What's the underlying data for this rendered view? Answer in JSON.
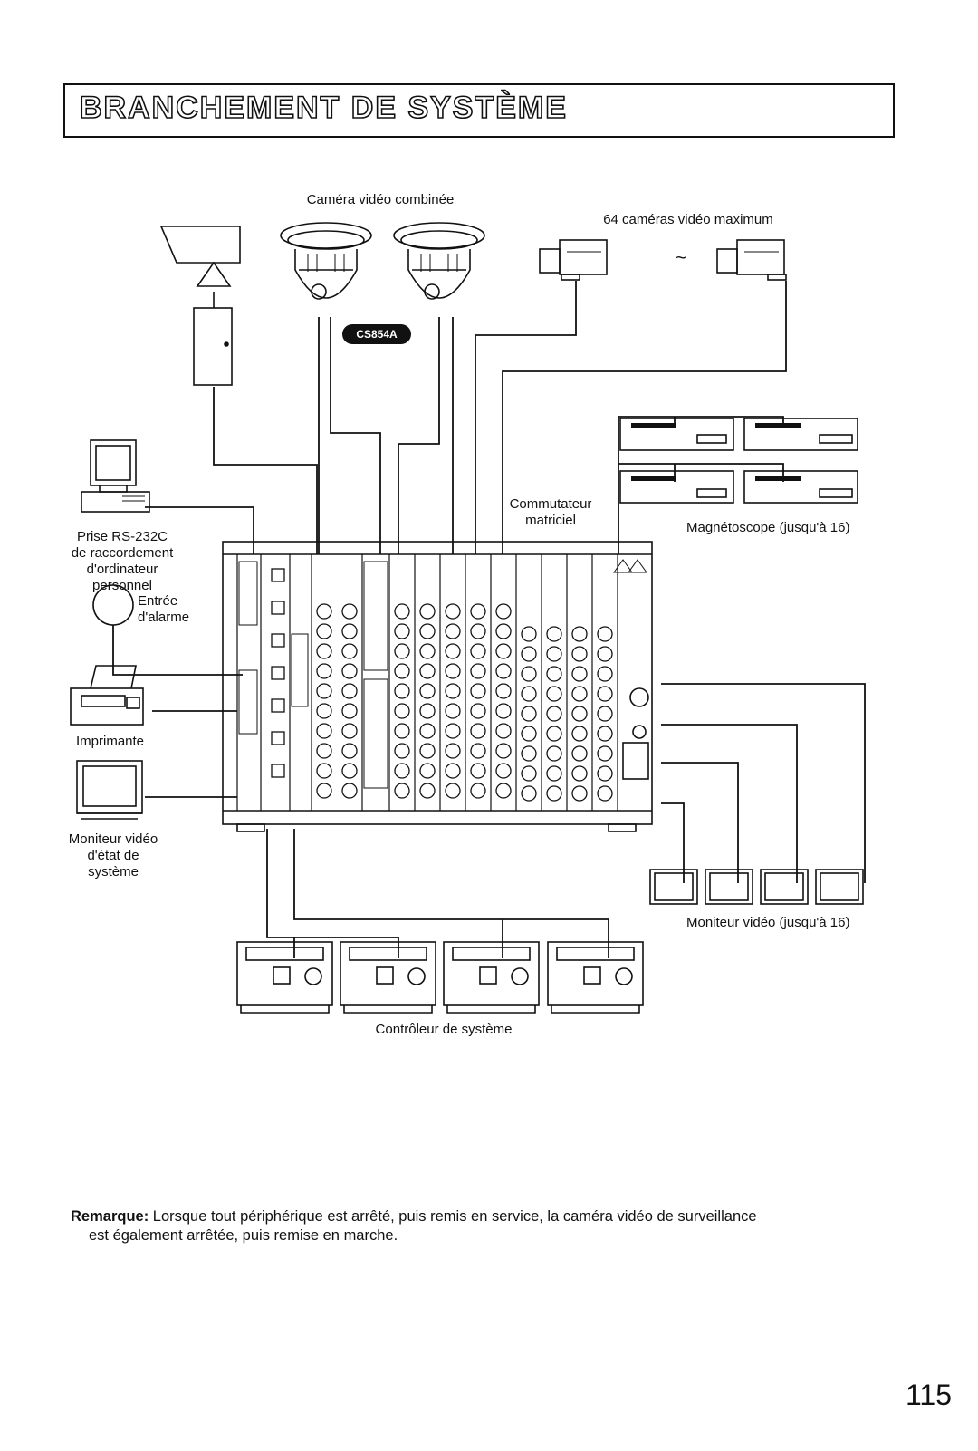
{
  "page": {
    "title": "BRANCHEMENT DE SYSTÈME",
    "page_number": "115"
  },
  "labels": {
    "combined_camera": "Caméra vidéo combinée",
    "cameras_max": "64 caméras vidéo maximum",
    "tilde": "~",
    "cs854a_badge": "CS854A",
    "switcher": [
      "Commutateur",
      "matriciel"
    ],
    "vcr": "Magnétoscope (jusqu'à 16)",
    "rs232": [
      "Prise RS-232C",
      "de raccordement",
      "d'ordinateur",
      "personnel"
    ],
    "alarm": [
      "Entrée",
      "d'alarme"
    ],
    "printer": "Imprimante",
    "status_monitor": [
      "Moniteur vidéo",
      "d'état de",
      "système"
    ],
    "video_monitor": "Moniteur vidéo (jusqu'à 16)",
    "controller": "Contrôleur de système"
  },
  "note": {
    "keyword": "Remarque:",
    "line1": " Lorsque tout périphérique est arrêté, puis remis en service, la caméra vidéo de surveillance",
    "line2": "est également arrêtée, puis remise en marche."
  }
}
